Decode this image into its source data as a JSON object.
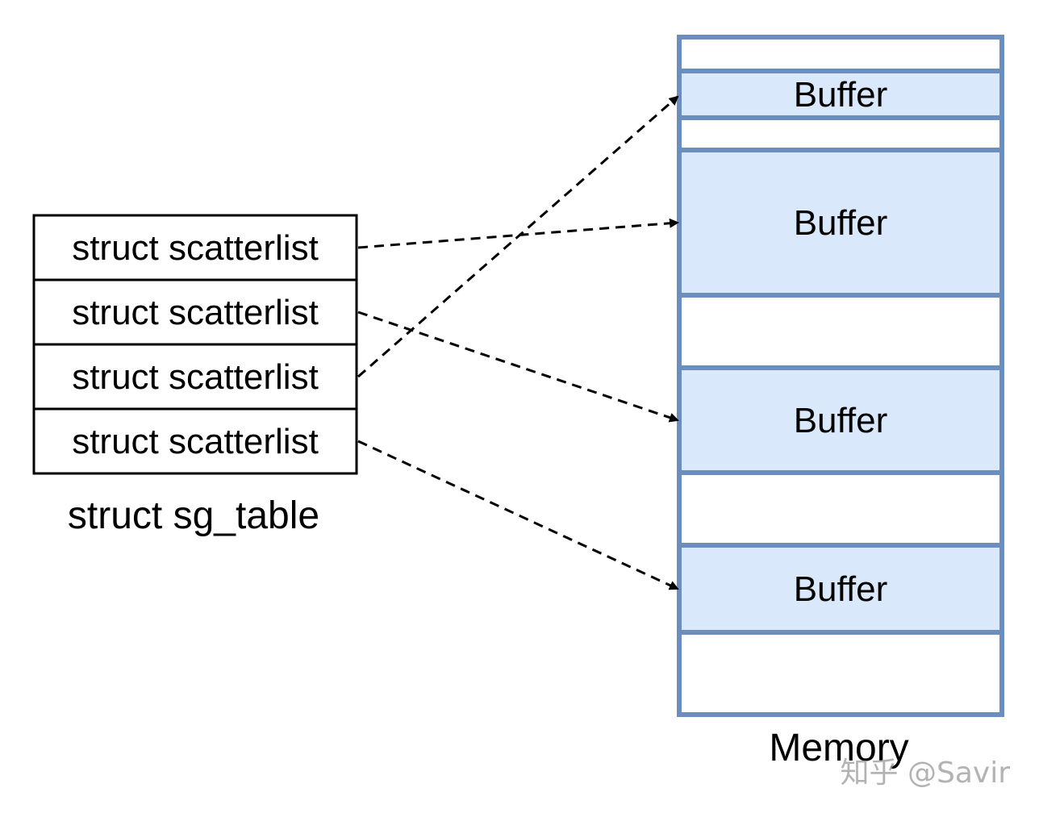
{
  "sg_table": {
    "entries": [
      {
        "label": "struct scatterlist"
      },
      {
        "label": "struct scatterlist"
      },
      {
        "label": "struct scatterlist"
      },
      {
        "label": "struct scatterlist"
      }
    ],
    "caption": "struct sg_table"
  },
  "memory": {
    "caption": "Memory",
    "buffer_label": "Buffer",
    "cells": [
      {
        "type": "empty",
        "label": ""
      },
      {
        "type": "buffer",
        "label": "Buffer"
      },
      {
        "type": "empty",
        "label": ""
      },
      {
        "type": "buffer",
        "label": "Buffer"
      },
      {
        "type": "empty",
        "label": ""
      },
      {
        "type": "buffer",
        "label": "Buffer"
      },
      {
        "type": "empty",
        "label": ""
      },
      {
        "type": "buffer",
        "label": "Buffer"
      },
      {
        "type": "empty",
        "label": ""
      }
    ]
  },
  "mappings": [
    {
      "from_entry": 0,
      "to_cell": 3
    },
    {
      "from_entry": 1,
      "to_cell": 5
    },
    {
      "from_entry": 2,
      "to_cell": 1
    },
    {
      "from_entry": 3,
      "to_cell": 7
    }
  ],
  "watermark": "知乎 @Savir",
  "colors": {
    "buffer_fill": "#dae8fc",
    "empty_fill": "#ffffff",
    "memory_border": "#6c8ebf",
    "arrow": "#000000"
  }
}
